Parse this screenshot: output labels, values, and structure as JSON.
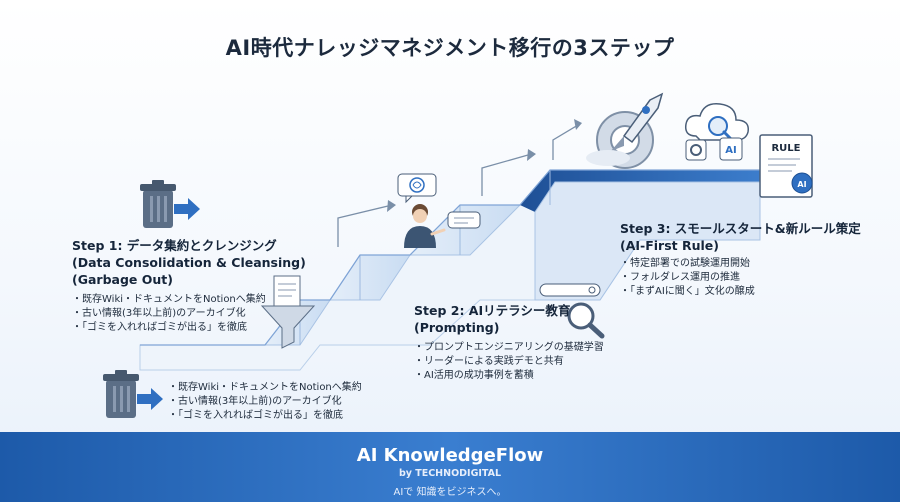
{
  "title": "AI時代ナレッジマネジメント移行の3ステップ",
  "steps": [
    {
      "title_lines": [
        "Step 1: データ集約とクレンジング",
        "(Data Consolidation & Cleansing)",
        "(Garbage Out)"
      ],
      "bullets": [
        "既存Wiki・ドキュメントをNotionへ集約",
        "古い情報(3年以上前)のアーカイブ化",
        "「ゴミを入れればゴミが出る」を徹底"
      ]
    },
    {
      "title_lines": [
        "Step 2: AIリテラシー教育",
        "(Prompting)"
      ],
      "bullets": [
        "プロンプトエンジニアリングの基礎学習",
        "リーダーによる実践デモと共有",
        "AI活用の成功事例を蓄積"
      ]
    },
    {
      "title_lines": [
        "Step 3: スモールスタート&新ルール策定",
        "(AI-First Rule)"
      ],
      "bullets": [
        "特定部署での試験運用開始",
        "フォルダレス運用の推進",
        "「まずAIに聞く」文化の醸成"
      ]
    }
  ],
  "extra_bullets": [
    "既存Wiki・ドキュメントをNotionへ集約",
    "古い情報(3年以上前)のアーカイブ化",
    "「ゴミを入れればゴミが出る」を徹底"
  ],
  "icons": {
    "doc_icon_label": "AI",
    "rule_label": "RULE",
    "seal_label": "AI"
  },
  "footer": {
    "brand": "AI KnowledgeFlow",
    "by": "by TECHNODIGITAL",
    "tagline": "AIで 知識をビジネスへ。"
  },
  "colors": {
    "accent": "#2f6fc1",
    "dark_blue": "#1d4f93",
    "light_blue": "#cfe0f3",
    "footer": "#2864b4"
  }
}
